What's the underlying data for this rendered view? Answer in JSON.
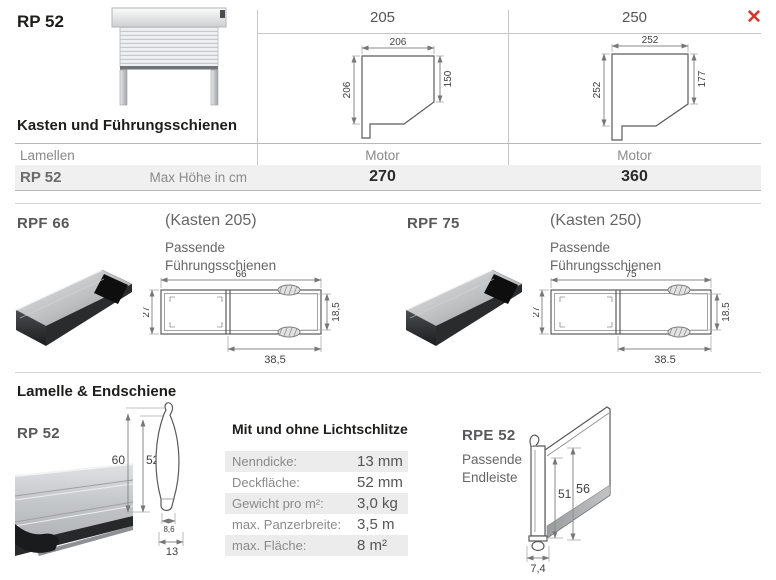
{
  "colors": {
    "accent_red": "#d5392c",
    "row_bg": "#f0f0f0",
    "border": "#c6c6c6"
  },
  "top": {
    "product_title": "RP 52",
    "close_icon": "✕",
    "col_205": {
      "header": "205",
      "dim_top": "206",
      "dim_left": "206",
      "dim_right": "150"
    },
    "col_250": {
      "header": "250",
      "dim_top": "252",
      "dim_left": "252",
      "dim_right": "177"
    },
    "section_heading": "Kasten und Führungsschienen",
    "table": {
      "lamellen_label": "Lamellen",
      "motor_1": "Motor",
      "motor_2": "Motor",
      "row_product": "RP 52",
      "row_label": "Max Höhe in cm",
      "value_205": "270",
      "value_250": "360"
    }
  },
  "rails": [
    {
      "title": "RPF 66",
      "kasten": "(Kasten 205)",
      "sub1": "Passende",
      "sub2": "Führungsschienen",
      "dim_top": "66",
      "dim_left": "27",
      "dim_right": "18,5",
      "dim_bottom": "38,5"
    },
    {
      "title": "RPF 75",
      "kasten": "(Kasten 250)",
      "sub1": "Passende",
      "sub2": "Führungsschienen",
      "dim_top": "75",
      "dim_left": "27",
      "dim_right": "18.5",
      "dim_bottom": "38.5"
    }
  ],
  "lamelle": {
    "section_heading": "Lamelle & Endschiene",
    "profile_title": "RP 52",
    "dim_outer": "60",
    "dim_inner": "52",
    "dim_foot": "8,6",
    "dim_width": "13",
    "spec_heading": "Mit und ohne Lichtschlitze",
    "specs": [
      {
        "label": "Nenndicke:",
        "value": "13 mm"
      },
      {
        "label": "Deckfläche:",
        "value": "52 mm"
      },
      {
        "label": "Gewicht pro m²:",
        "value": "3,0 kg"
      },
      {
        "label": "max. Panzerbreite:",
        "value": "3,5 m"
      },
      {
        "label": "max. Fläche:",
        "value": "8 m²"
      }
    ],
    "endleiste": {
      "title": "RPE 52",
      "sub1": "Passende",
      "sub2": "Endleiste",
      "dim_inner": "51",
      "dim_outer": "56",
      "dim_bottom": "7,4"
    }
  }
}
